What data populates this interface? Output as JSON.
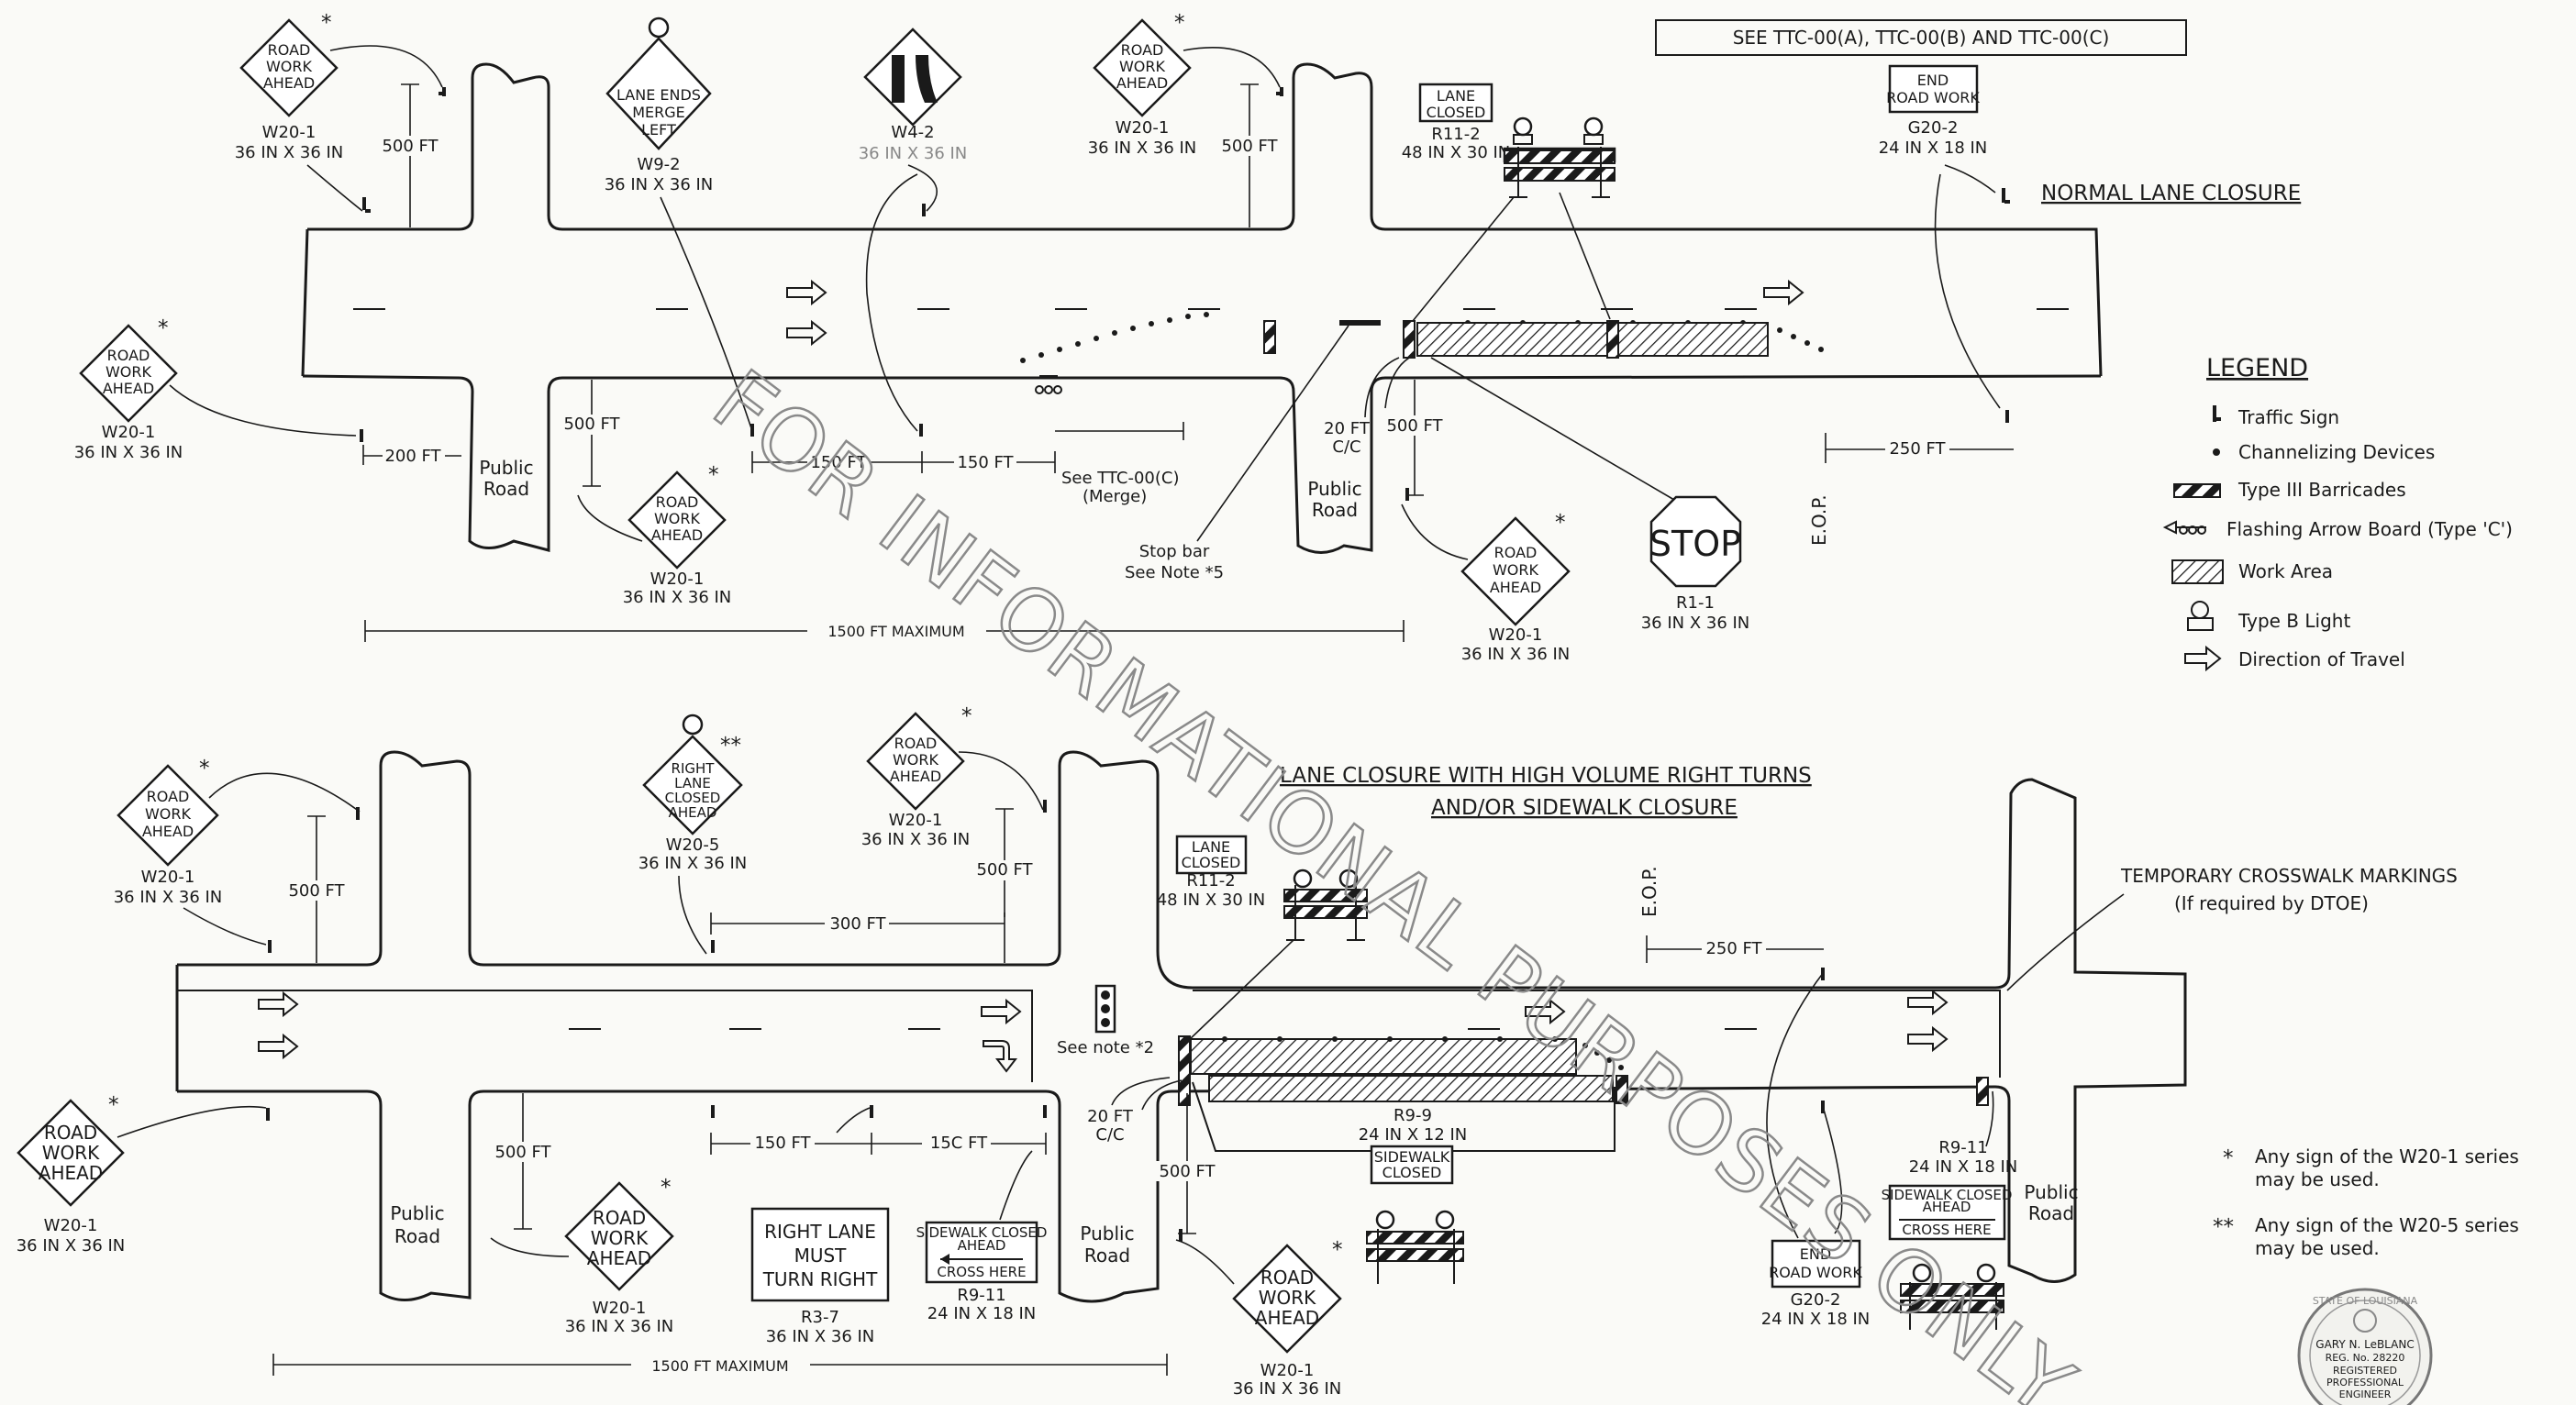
{
  "ref_note": "SEE TTC-00(A), TTC-00(B) AND TTC-00(C)",
  "titles": {
    "normal": "NORMAL LANE CLOSURE",
    "high_volume_1": "LANE CLOSURE WITH HIGH VOLUME RIGHT TURNS",
    "high_volume_2": "AND/OR SIDEWALK CLOSURE",
    "crosswalk_1": "TEMPORARY CROSSWALK MARKINGS",
    "crosswalk_2": "(If required by DTOE)"
  },
  "watermark": "FOR INFORMATIONAL PURPOSES ONLY",
  "legend": {
    "title": "LEGEND",
    "items": [
      "Traffic Sign",
      "Channelizing Devices",
      "Type III Barricades",
      "Flashing Arrow Board (Type 'C')",
      "Work Area",
      "Type B Light",
      "Direction of Travel"
    ]
  },
  "notes": {
    "n1_line1": "Any sign of the W20-1 series",
    "n1_line2": "may be used.",
    "n2_line1": "Any sign of the W20-5 series",
    "n2_line2": "may be used."
  },
  "sign_text": {
    "rwa_1": "ROAD",
    "rwa_2": "WORK",
    "rwa_3": "AHEAD",
    "le_1": "LANE ENDS",
    "le_2": "MERGE",
    "le_3": "LEFT",
    "lc_1": "LANE",
    "lc_2": "CLOSED",
    "erw_1": "END",
    "erw_2": "ROAD WORK",
    "stop": "STOP",
    "rl_1": "RIGHT",
    "rl_2": "LANE",
    "rl_3": "CLOSED",
    "rl_4": "AHEAD",
    "rlm_1": "RIGHT LANE",
    "rlm_2": "MUST",
    "rlm_3": "TURN RIGHT",
    "sw_1": "SIDEWALK CLOSED",
    "sw_2": "AHEAD",
    "sw_3": "CROSS HERE",
    "swc_1": "SIDEWALK",
    "swc_2": "CLOSED"
  },
  "codes": {
    "w20_1": "W20-1",
    "w9_2": "W9-2",
    "w4_2": "W4-2",
    "r11_2": "R11-2",
    "g20_2": "G20-2",
    "r1_1": "R1-1",
    "w20_5": "W20-5",
    "r3_7": "R3-7",
    "r9_11": "R9-11",
    "r9_9": "R9-9"
  },
  "sizes": {
    "s36": "36 IN X 36 IN",
    "s48": "48 IN X 30 IN",
    "s24x18": "24 IN X 18 IN",
    "s24x12": "24 IN X 12 IN"
  },
  "dims": {
    "d500": "500 FT",
    "d200": "200 FT",
    "d150": "150 FT",
    "d15c": "15C FT",
    "d250": "250 FT",
    "d300": "300 FT",
    "d20": "20 FT",
    "cc": "C/C",
    "max1500": "1500 FT MAXIMUM",
    "max1500b": "1500 FT MAXIMUM"
  },
  "labels": {
    "public": "Public",
    "road": "Road",
    "see_merge_1": "See TTC-00(C)",
    "see_merge_2": "(Merge)",
    "stop_bar_1": "Stop bar",
    "stop_bar_2": "See Note *5",
    "see_note2": "See note *2",
    "eop": "E.O.P.",
    "star": "*",
    "dstar": "**"
  },
  "seal": {
    "l1": "STATE OF LOUISIANA",
    "l2": "GARY N. LeBLANC",
    "l3": "REG. No. 28220",
    "l4": "REGISTERED",
    "l5": "PROFESSIONAL",
    "l6": "ENGINEER"
  }
}
